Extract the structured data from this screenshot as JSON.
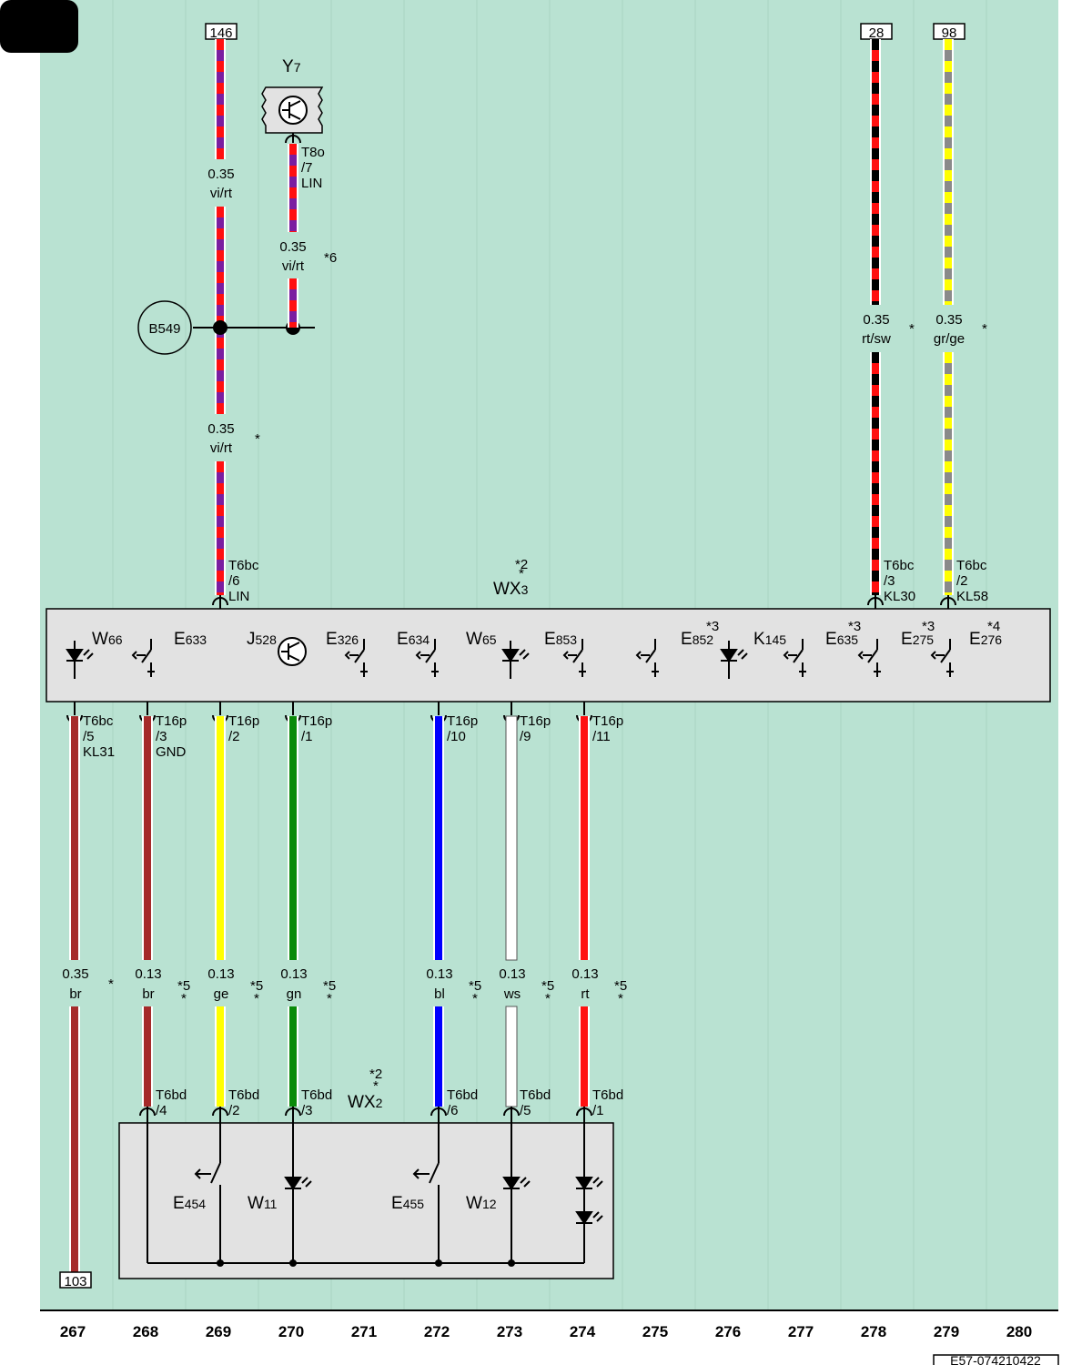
{
  "colors": {
    "background": "#b9e2d2",
    "module": "#e2e2e2",
    "vi": "#7a1ea0",
    "rt": "#ff1010",
    "sw": "#000000",
    "gr": "#8a8a8a",
    "ge": "#ffff00",
    "br": "#a52a2a",
    "gn": "#0a8a0a",
    "bl": "#0000ff",
    "ws": "#ffffff"
  },
  "wire_refs": {
    "top_146": "146",
    "top_28": "28",
    "top_98": "98",
    "bottom_103": "103"
  },
  "components": {
    "Y7": {
      "letter": "Y",
      "sub": "7"
    },
    "B549": "B549",
    "WX3": {
      "letter": "WX",
      "sub": "3",
      "note": "*2",
      "note2": "*"
    },
    "WX2": {
      "letter": "WX",
      "sub": "2",
      "note": "*2",
      "note2": "*"
    },
    "W66": {
      "letter": "W",
      "sub": "66"
    },
    "E633": {
      "letter": "E",
      "sub": "633"
    },
    "J528": {
      "letter": "J",
      "sub": "528"
    },
    "E326": {
      "letter": "E",
      "sub": "326"
    },
    "E634": {
      "letter": "E",
      "sub": "634"
    },
    "W65": {
      "letter": "W",
      "sub": "65"
    },
    "E853": {
      "letter": "E",
      "sub": "853"
    },
    "E852": {
      "letter": "E",
      "sub": "852",
      "note": "*3"
    },
    "K145": {
      "letter": "K",
      "sub": "145"
    },
    "E635": {
      "letter": "E",
      "sub": "635",
      "note": "*3"
    },
    "E275": {
      "letter": "E",
      "sub": "275",
      "note": "*3"
    },
    "E276": {
      "letter": "E",
      "sub": "276",
      "note": "*4"
    },
    "E454": {
      "letter": "E",
      "sub": "454"
    },
    "W11": {
      "letter": "W",
      "sub": "11"
    },
    "E455": {
      "letter": "E",
      "sub": "455"
    },
    "W12": {
      "letter": "W",
      "sub": "12"
    }
  },
  "top_connectors": {
    "T8o": [
      "T8o",
      "/7",
      "LIN"
    ],
    "lin": [
      "T6bc",
      "/6",
      "LIN"
    ],
    "kl30": [
      "T6bc",
      "/3",
      "KL30"
    ],
    "kl58": [
      "T6bc",
      "/2",
      "KL58"
    ]
  },
  "top_wires": {
    "w146_upper": {
      "size": "0.35",
      "color": "vi/rt"
    },
    "w146_lower": {
      "size": "0.35",
      "color": "vi/rt",
      "note": "*"
    },
    "y7": {
      "size": "0.35",
      "color": "vi/rt",
      "note": "*6"
    },
    "w28": {
      "size": "0.35",
      "color": "rt/sw",
      "note": "*"
    },
    "w98": {
      "size": "0.35",
      "color": "gr/ge",
      "note": "*"
    }
  },
  "bottom_wires": [
    {
      "conn": [
        "T6bc",
        "/5",
        "KL31"
      ],
      "size": "0.35",
      "color": "br",
      "note": "*",
      "note2": "",
      "end": [
        "",
        ""
      ]
    },
    {
      "conn": [
        "T16p",
        "/3",
        "GND"
      ],
      "size": "0.13",
      "color": "br",
      "note": "*5",
      "note2": "*",
      "end": [
        "T6bd",
        "/4"
      ]
    },
    {
      "conn": [
        "T16p",
        "/2",
        ""
      ],
      "size": "0.13",
      "color": "ge",
      "note": "*5",
      "note2": "*",
      "end": [
        "T6bd",
        "/2"
      ]
    },
    {
      "conn": [
        "T16p",
        "/1",
        ""
      ],
      "size": "0.13",
      "color": "gn",
      "note": "*5",
      "note2": "*",
      "end": [
        "T6bd",
        "/3"
      ]
    },
    {
      "conn": [
        "T16p",
        "/10",
        ""
      ],
      "size": "0.13",
      "color": "bl",
      "note": "*5",
      "note2": "*",
      "end": [
        "T6bd",
        "/6"
      ]
    },
    {
      "conn": [
        "T16p",
        "/9",
        ""
      ],
      "size": "0.13",
      "color": "ws",
      "note": "*5",
      "note2": "*",
      "end": [
        "T6bd",
        "/5"
      ]
    },
    {
      "conn": [
        "T16p",
        "/11",
        ""
      ],
      "size": "0.13",
      "color": "rt",
      "note": "*5",
      "note2": "*",
      "end": [
        "T6bd",
        "/1"
      ]
    }
  ],
  "columns": [
    "267",
    "268",
    "269",
    "270",
    "271",
    "272",
    "273",
    "274",
    "275",
    "276",
    "277",
    "278",
    "279",
    "280"
  ],
  "doc_id": "E57-074210422"
}
